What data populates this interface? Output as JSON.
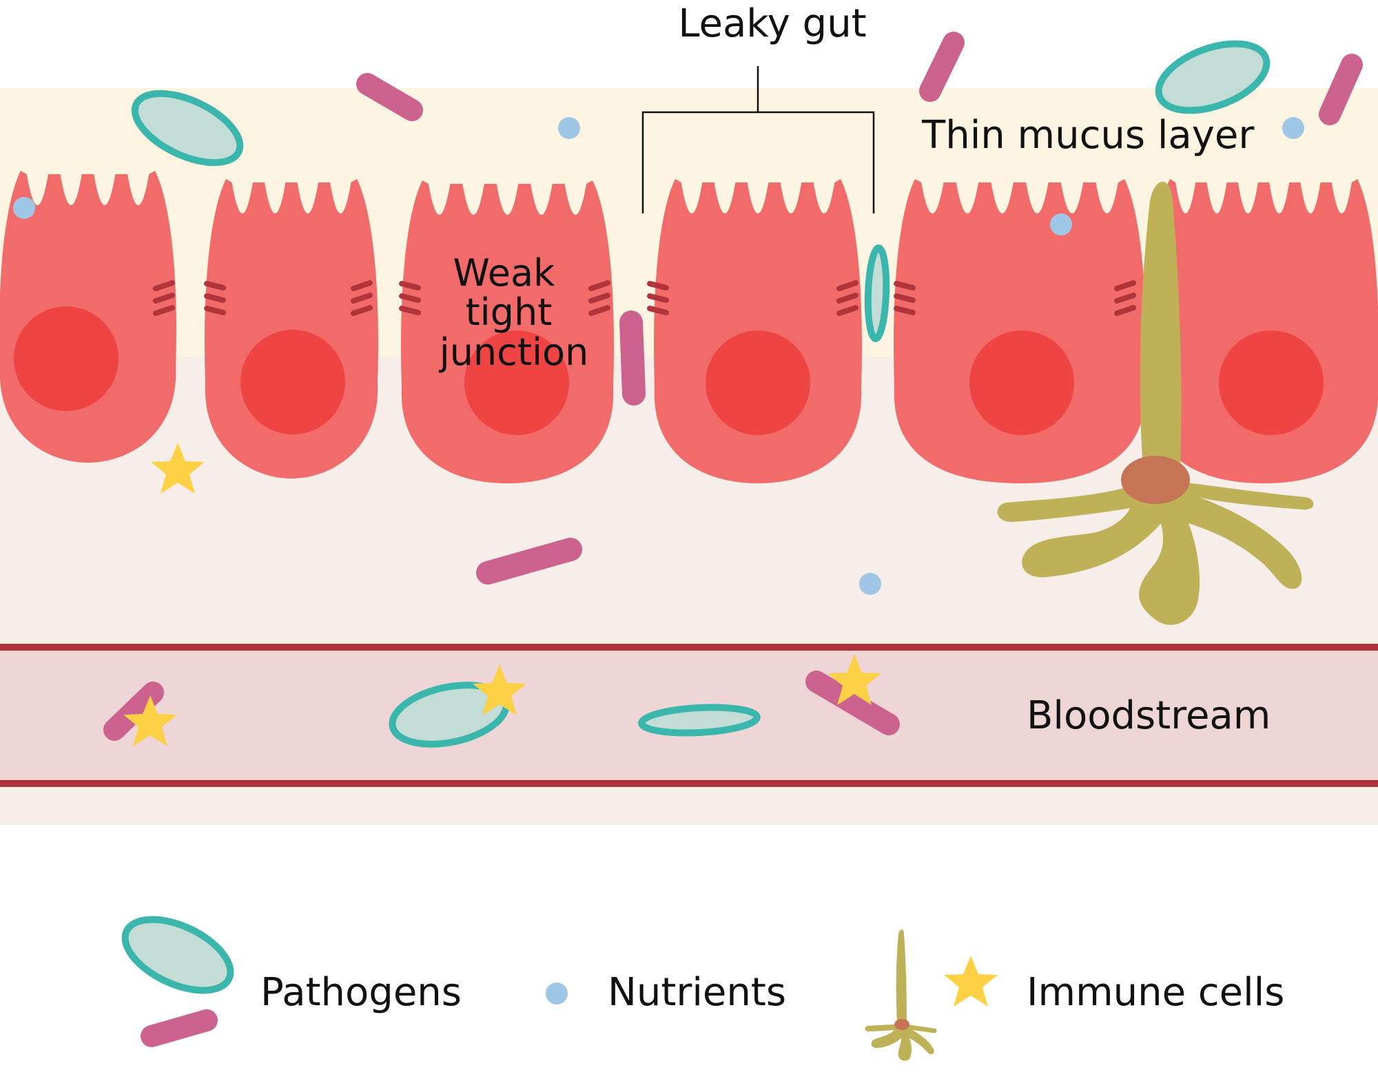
{
  "labels": {
    "leaky_gut": "Leaky gut",
    "thin_mucus": "Thin mucus layer",
    "weak_junction": [
      "Weak",
      "tight",
      "junction"
    ],
    "bloodstream": "Bloodstream"
  },
  "legend": {
    "pathogens": "Pathogens",
    "nutrients": "Nutrients",
    "immune_cells": "Immune cells"
  },
  "colors": {
    "mucus": "#fdf5e2",
    "tissue": "#f7ede9",
    "blood": "#eed6d6",
    "vessel_wall": "#b03038",
    "cell": "#f26b6b",
    "nucleus": "#ee4444",
    "junction": "#b0343a",
    "rod": "#cc628e",
    "oval_fill": "#c3ddd6",
    "oval_stroke": "#3bb6ac",
    "nutrient": "#9fc6e5",
    "star": "#fdd046",
    "immune_cell": "#bfb158",
    "immune_nucleus": "#c57456"
  }
}
